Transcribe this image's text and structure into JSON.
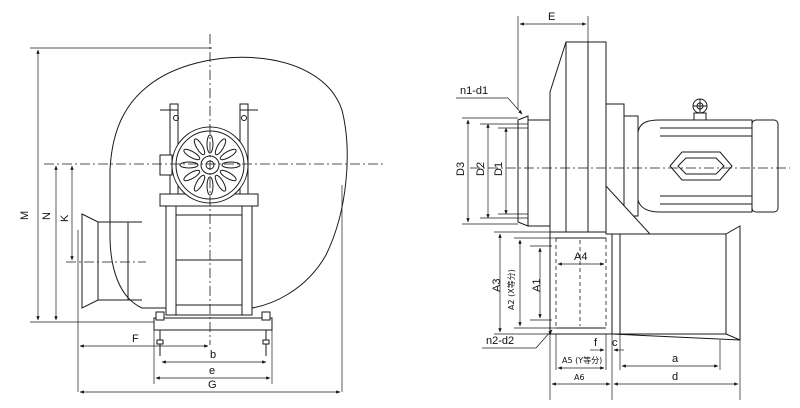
{
  "left_view": {
    "labels": {
      "M": "M",
      "N": "N",
      "K": "K",
      "F": "F",
      "b": "b",
      "e": "e",
      "G": "G"
    }
  },
  "right_view": {
    "labels": {
      "E": "E",
      "n1d1": "n1-d1",
      "D3": "D3",
      "D2": "D2",
      "D1": "D1",
      "A3": "A3",
      "A2": "A2 (X等分)",
      "A1": "A1",
      "A4": "A4",
      "n2d2": "n2-d2",
      "f": "f",
      "c": "c",
      "A5": "A5 (Y等分)",
      "A6": "A6",
      "a": "a",
      "d": "d"
    }
  }
}
